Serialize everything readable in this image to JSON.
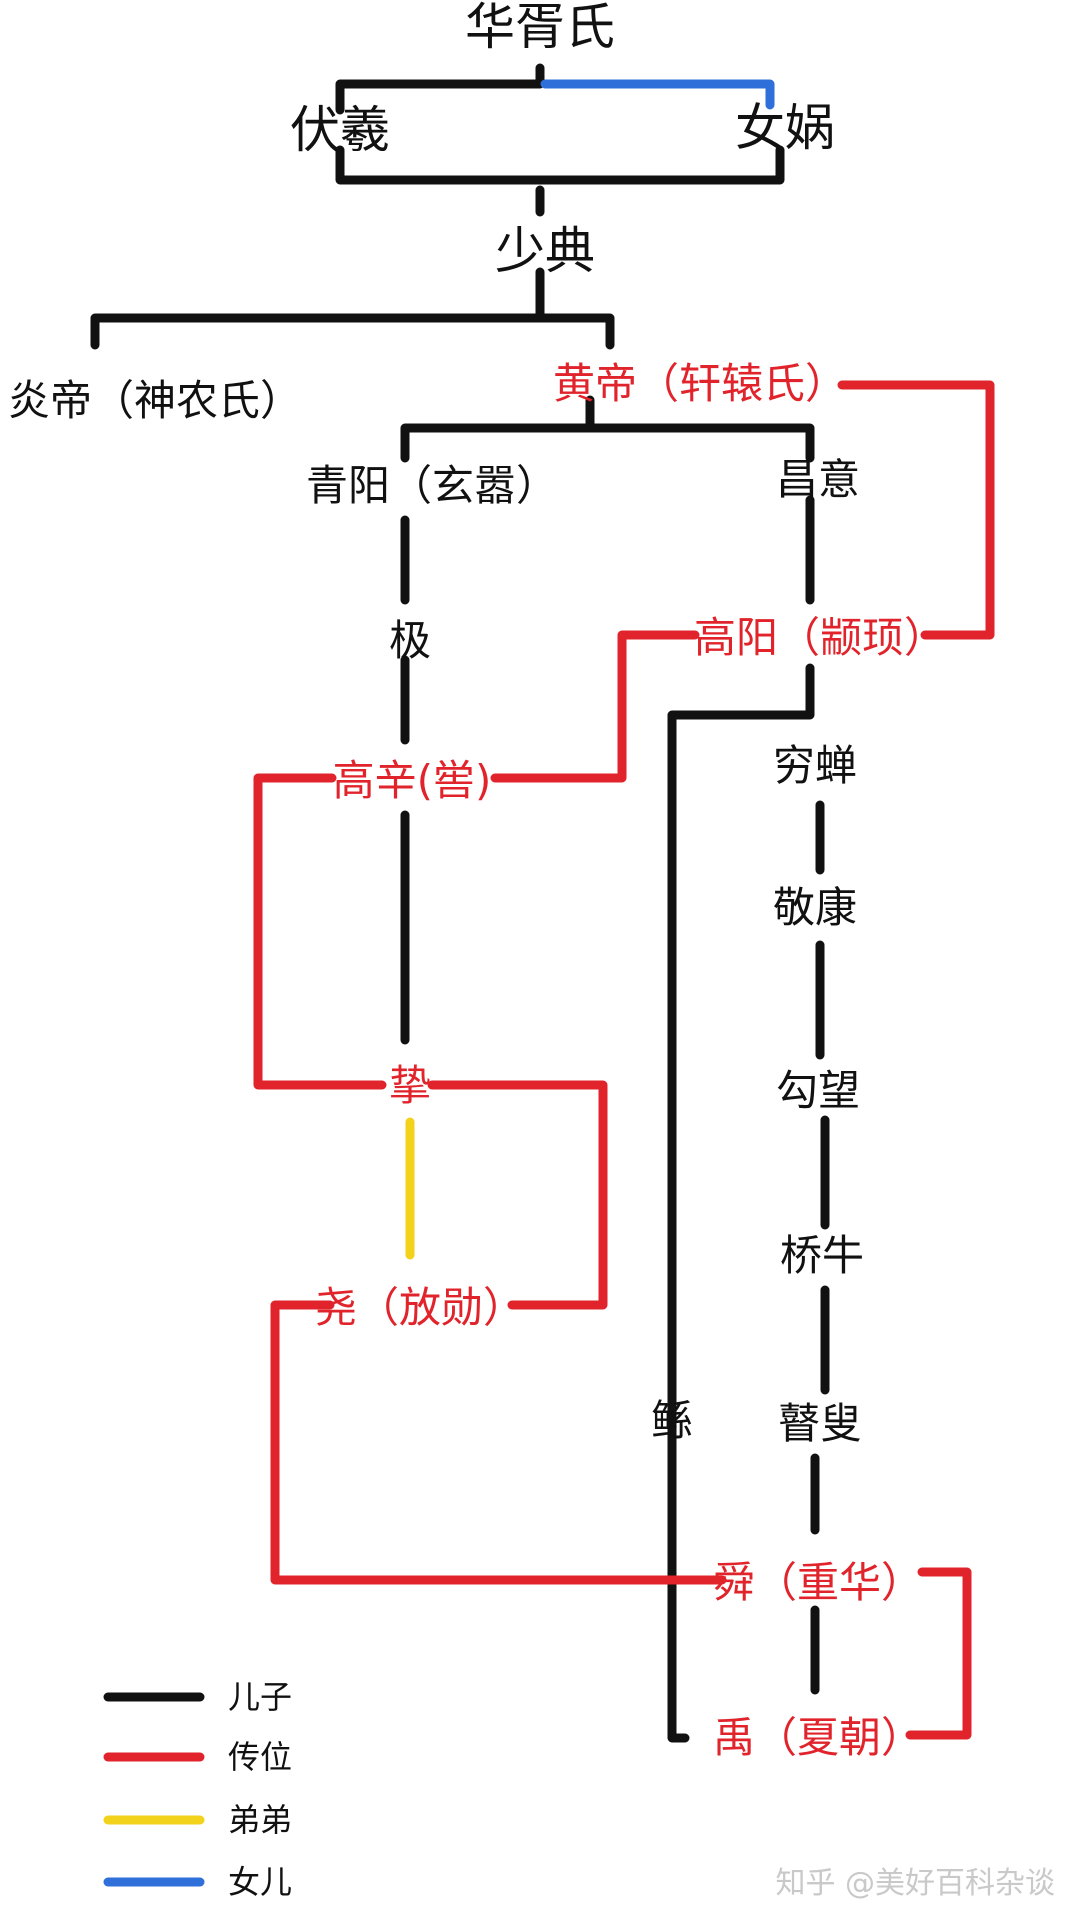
{
  "colors": {
    "son": "#111111",
    "succession": "#e1242b",
    "younger_brother": "#f2d21b",
    "daughter": "#2e6fd9"
  },
  "nodes": {
    "huaxu": "华胥氏",
    "fuxi": "伏羲",
    "nuwa": "女娲",
    "shaodian": "少典",
    "yandi": "炎帝（神农氏）",
    "huangdi": "黄帝（轩辕氏）",
    "qingyang": "青阳（玄嚣）",
    "changyi": "昌意",
    "ji_pole": "极",
    "gaoyang": "高阳（颛顼）",
    "gaoxin": "高辛(喾)",
    "qiongchan": "穷蝉",
    "jingkang": "敬康",
    "gouwang": "勾望",
    "qiaoniu": "桥牛",
    "zhi": "挚",
    "yao": "尧（放勋）",
    "gun": "鲧",
    "gusou": "瞽叟",
    "shun": "舜（重华）",
    "yu": "禹（夏朝）"
  },
  "legend": [
    {
      "label": "儿子",
      "color_key": "son"
    },
    {
      "label": "传位",
      "color_key": "succession"
    },
    {
      "label": "弟弟",
      "color_key": "younger_brother"
    },
    {
      "label": "女儿",
      "color_key": "daughter"
    }
  ],
  "watermark": "知乎 @美好百科杂谈"
}
